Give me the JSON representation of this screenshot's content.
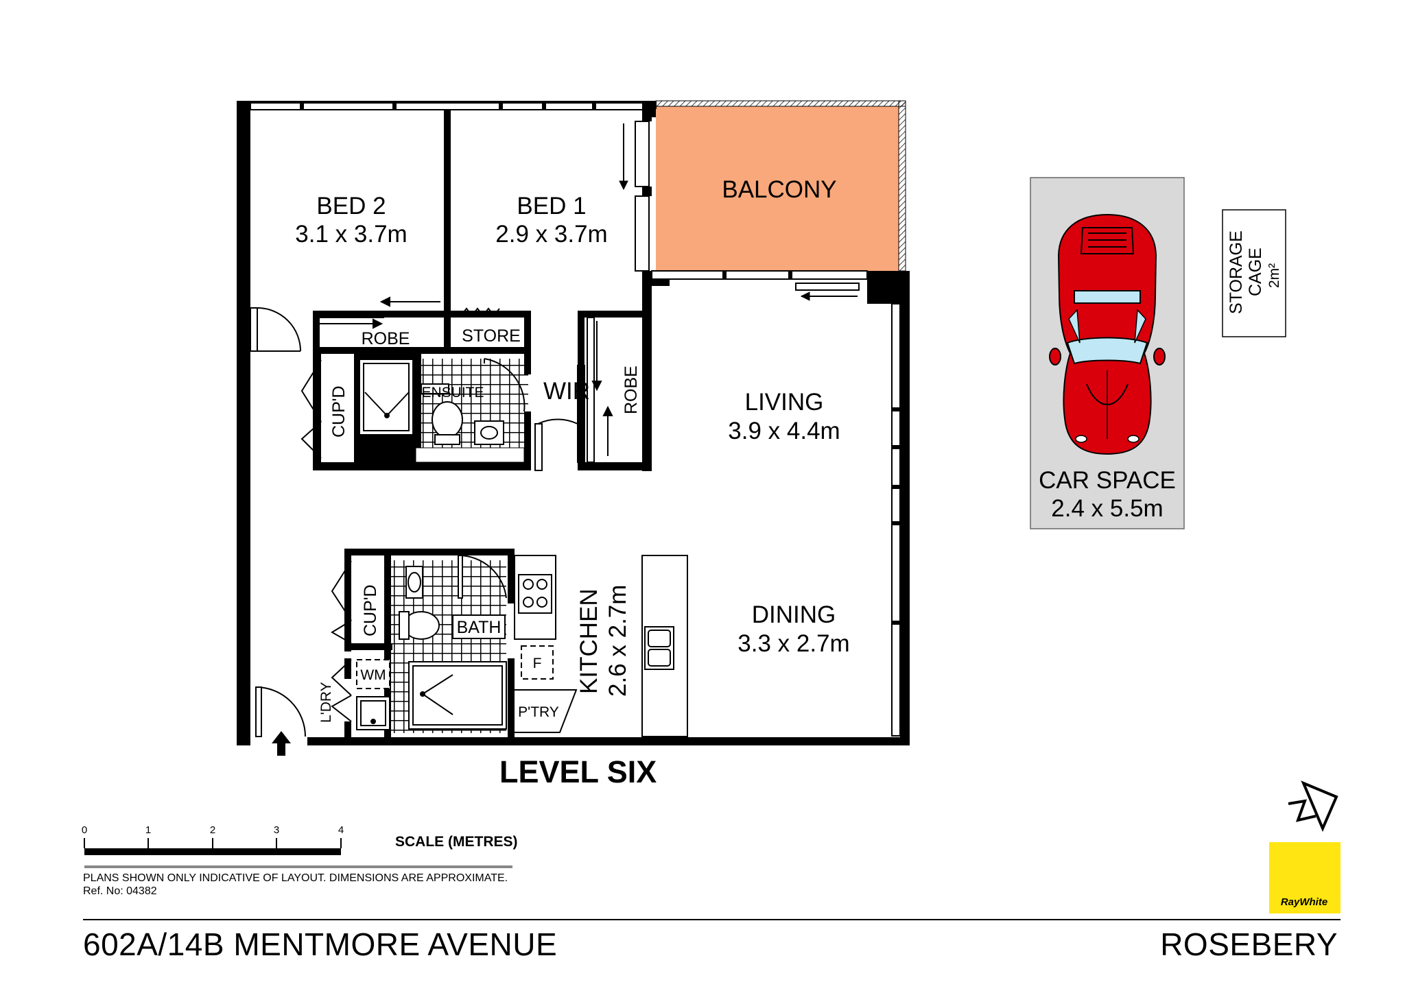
{
  "rooms": {
    "bed2": {
      "name": "BED 2",
      "size": "3.1 x 3.7m"
    },
    "bed1": {
      "name": "BED 1",
      "size": "2.9 x 3.7m"
    },
    "balcony": {
      "name": "BALCONY"
    },
    "living": {
      "name": "LIVING",
      "size": "3.9 x 4.4m"
    },
    "dining": {
      "name": "DINING",
      "size": "3.3 x 2.7m"
    },
    "kitchen": {
      "name": "KITCHEN",
      "size": "2.6 x 2.7m"
    },
    "car_space": {
      "name": "CAR SPACE",
      "size": "2.4 x 5.5m"
    },
    "storage": {
      "line1": "STORAGE",
      "line2": "CAGE",
      "line3": "2m²"
    }
  },
  "labels": {
    "robe": "ROBE",
    "store": "STORE",
    "wir": "WIR",
    "robe_vertical": "ROBE",
    "cupd_top": "CUP'D",
    "ensuite": "ENSUITE",
    "cupd_bottom": "CUP'D",
    "bath": "BATH",
    "wm": "WM",
    "fridge": "F",
    "laundry": "L'DRY",
    "pantry": "P'TRY"
  },
  "level": "LEVEL SIX",
  "scale": {
    "ticks": [
      "0",
      "1",
      "2",
      "3",
      "4"
    ],
    "label": "SCALE (METRES)"
  },
  "disclaimer": {
    "line1": "PLANS SHOWN ONLY INDICATIVE OF LAYOUT.  DIMENSIONS ARE APPROXIMATE.",
    "line2": "Ref. No: 04382"
  },
  "address": "602A/14B MENTMORE AVENUE",
  "suburb": "ROSEBERY",
  "logo_text": "RayWhite",
  "colors": {
    "balcony": "#f9a87b",
    "car_space": "#d9d9d9",
    "car": "#d9000c",
    "logo": "#ffe512"
  },
  "icons": [
    "compass-north-icon",
    "entry-arrow-icon",
    "car-icon"
  ]
}
